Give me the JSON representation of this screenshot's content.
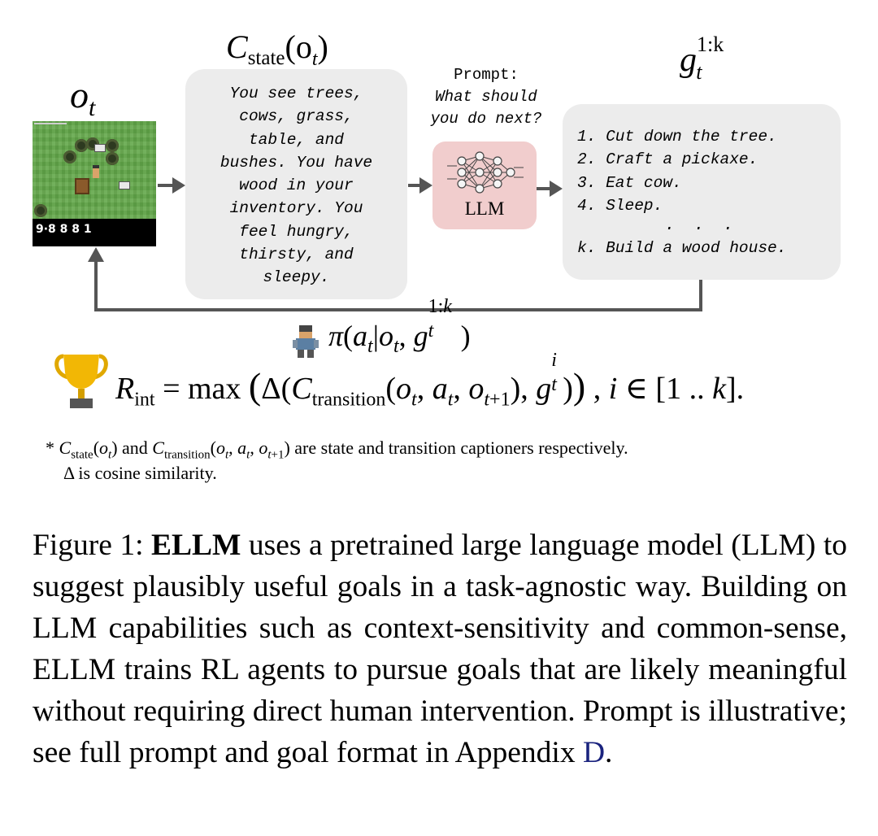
{
  "labels": {
    "observation": "o",
    "observation_sub": "t",
    "state_captioner": "C",
    "state_captioner_sub": "state",
    "state_captioner_arg": "(o",
    "state_captioner_arg_sub": "t",
    "state_captioner_close": ")",
    "goals": "g",
    "goals_sup": "1:k",
    "goals_sub": "t"
  },
  "game": {
    "status_bar": "9·8 8 8  1"
  },
  "state_caption": [
    "You see trees,",
    "cows, grass,",
    "table, and",
    "bushes. You have",
    "wood in your",
    "inventory. You",
    "feel hungry,",
    "thirsty, and",
    "sleepy."
  ],
  "prompt": {
    "label": "Prompt:",
    "question_line1": "What should",
    "question_line2": "you do next?"
  },
  "llm": {
    "label": "LLM"
  },
  "goals": {
    "items": [
      "1. Cut down the tree.",
      "2. Craft a pickaxe.",
      "3. Eat cow.",
      "4. Sleep."
    ],
    "ellipsis": ". . .",
    "last": "k. Build a wood house."
  },
  "policy": {
    "formula": "π(a_t|o_t, g_t^{1:k})"
  },
  "reward": {
    "formula": "R_int = max (Δ(C_transition(o_t, a_t, o_{t+1}), g_t^i) , i ∈ [1 .. k]."
  },
  "footnote": {
    "line1_after": " are state and transition captioners respectively.",
    "line2": "Δ is cosine similarity."
  },
  "caption": {
    "prefix": "Figure 1: ",
    "bold": "ELLM",
    "body": " uses a pretrained large language model (LLM) to suggest plausibly useful goals in a task-agnostic way.  Building on LLM capabilities such as context-sensitivity and common-sense, ELLM trains RL agents to pursue goals that are likely meaningful without requiring direct human intervention. Prompt is illustrative; see full prompt and goal format in Appendix ",
    "link": "D",
    "suffix": "."
  }
}
